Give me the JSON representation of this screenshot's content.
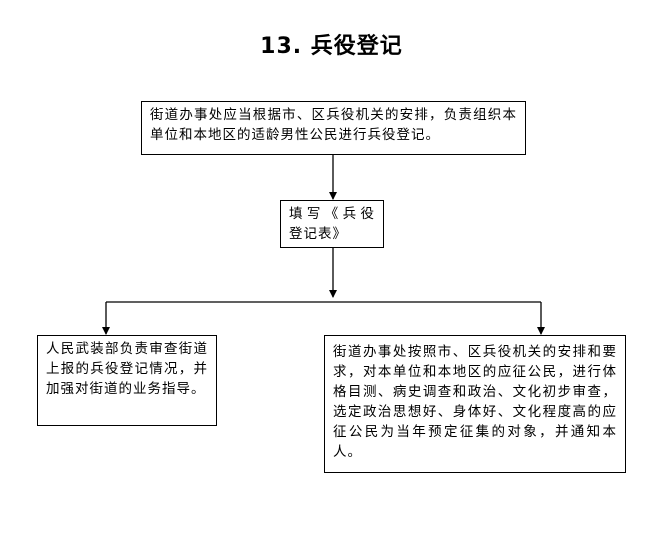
{
  "title": "13. 兵役登记",
  "nodes": {
    "top": "街道办事处应当根据市、区兵役机关的安排，负责组织本单位和本地区的适龄男性公民进行兵役登记。",
    "form": "填写《兵役登记表》",
    "left": "人民武装部负责审查街道上报的兵役登记情况，并加强对街道的业务指导。",
    "right": "街道办事处按照市、区兵役机关的安排和要求，对本单位和本地区的应征公民，进行体格目测、病史调查和政治、文化初步审查，选定政治思想好、身体好、文化程度高的应征公民为当年预定征集的对象，并通知本人。"
  },
  "edges": [
    {
      "from": "top",
      "to": "form"
    },
    {
      "from": "form",
      "to": "left"
    },
    {
      "from": "form",
      "to": "right"
    }
  ]
}
